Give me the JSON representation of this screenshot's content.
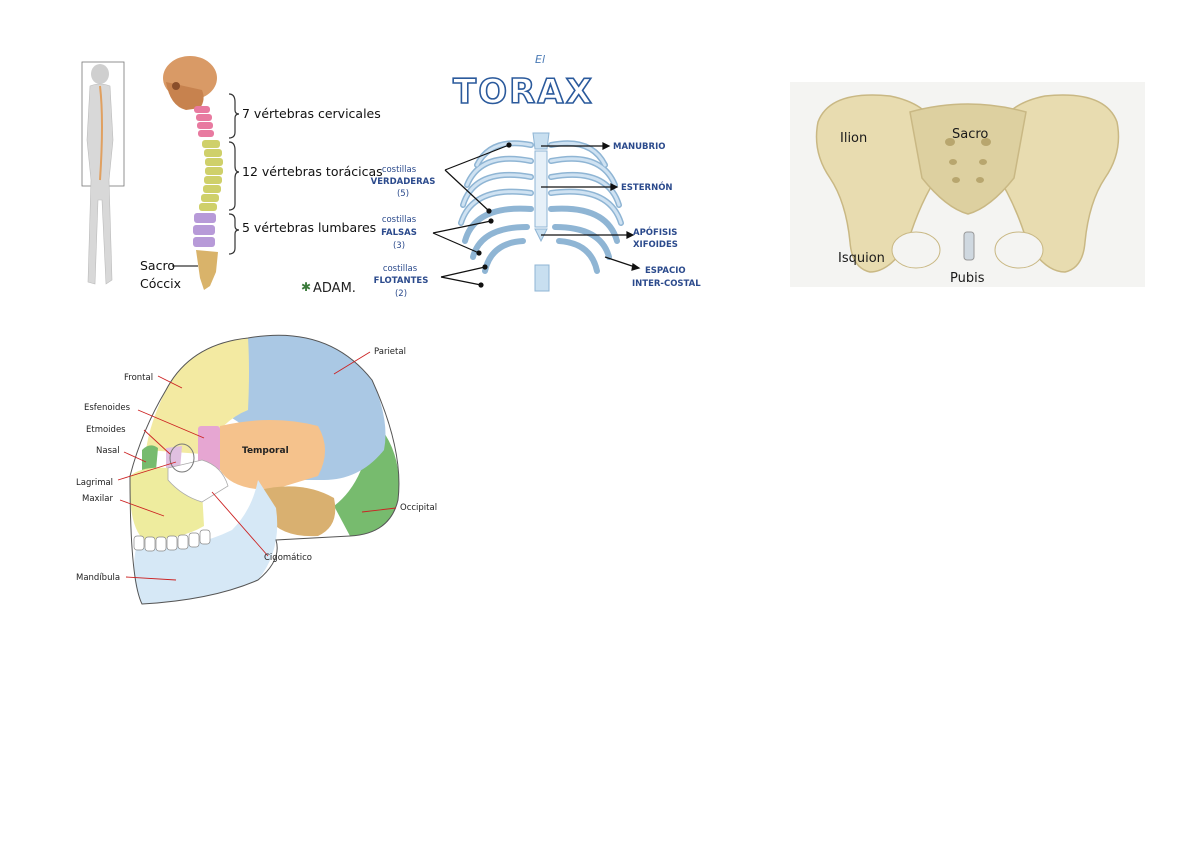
{
  "spine": {
    "labels": {
      "cervical": "7 vértebras cervicales",
      "thoracic": "12 vértebras torácicas",
      "lumbar": "5 vértebras lumbares",
      "sacrum": "Sacro",
      "coccyx": "Cóccix"
    },
    "colors": {
      "cervical": "#e87aa0",
      "thoracic": "#cfd06a",
      "lumbar": "#b79ad8",
      "sacrum": "#d9b36a",
      "skull": "#d99a66"
    }
  },
  "thorax": {
    "title_small": "El",
    "title": "TORAX",
    "labels": {
      "true_ribs_1": "costillas",
      "true_ribs_2": "VERDADERAS",
      "true_ribs_3": "(5)",
      "false_ribs_1": "costillas",
      "false_ribs_2": "FALSAS",
      "false_ribs_3": "(3)",
      "floating_1": "costillas",
      "floating_2": "FLOTANTES",
      "floating_3": "(2)",
      "manubrium": "MANUBRIO",
      "sternum": "ESTERNÓN",
      "xiphoid_1": "APÓFISIS",
      "xiphoid_2": "XIFOIDES",
      "intercostal_1": "ESPACIO",
      "intercostal_2": "INTER-COSTAL"
    },
    "logo": "ADAM.",
    "colors": {
      "label": "#2b4a8c",
      "bone": "#c8dff0",
      "outline": "#8fb5d4"
    }
  },
  "pelvis": {
    "labels": {
      "ilion": "Ilion",
      "sacro": "Sacro",
      "isquion": "Isquion",
      "pubis": "Pubis"
    },
    "colors": {
      "bone": "#e8dcb0",
      "shade": "#c9b884",
      "background": "#f4f4f2"
    }
  },
  "skull": {
    "labels": {
      "parietal": "Parietal",
      "frontal": "Frontal",
      "esfenoides": "Esfenoides",
      "etmoides": "Etmoides",
      "nasal": "Nasal",
      "lagrimal": "Lagrimal",
      "maxilar": "Maxilar",
      "temporal": "Temporal",
      "occipital": "Occipital",
      "cigomatico": "Cigomático",
      "mandibula": "Mandíbula"
    },
    "colors": {
      "parietal": "#aac8e4",
      "frontal": "#f3eaa2",
      "temporal": "#f5c28c",
      "occipital": "#77bb6e",
      "sphenoid": "#e6a6d2",
      "maxilla": "#eeec9e",
      "mandible": "#d6e8f6",
      "zygomatic": "#ffffff",
      "leader": "#cc2222"
    }
  }
}
